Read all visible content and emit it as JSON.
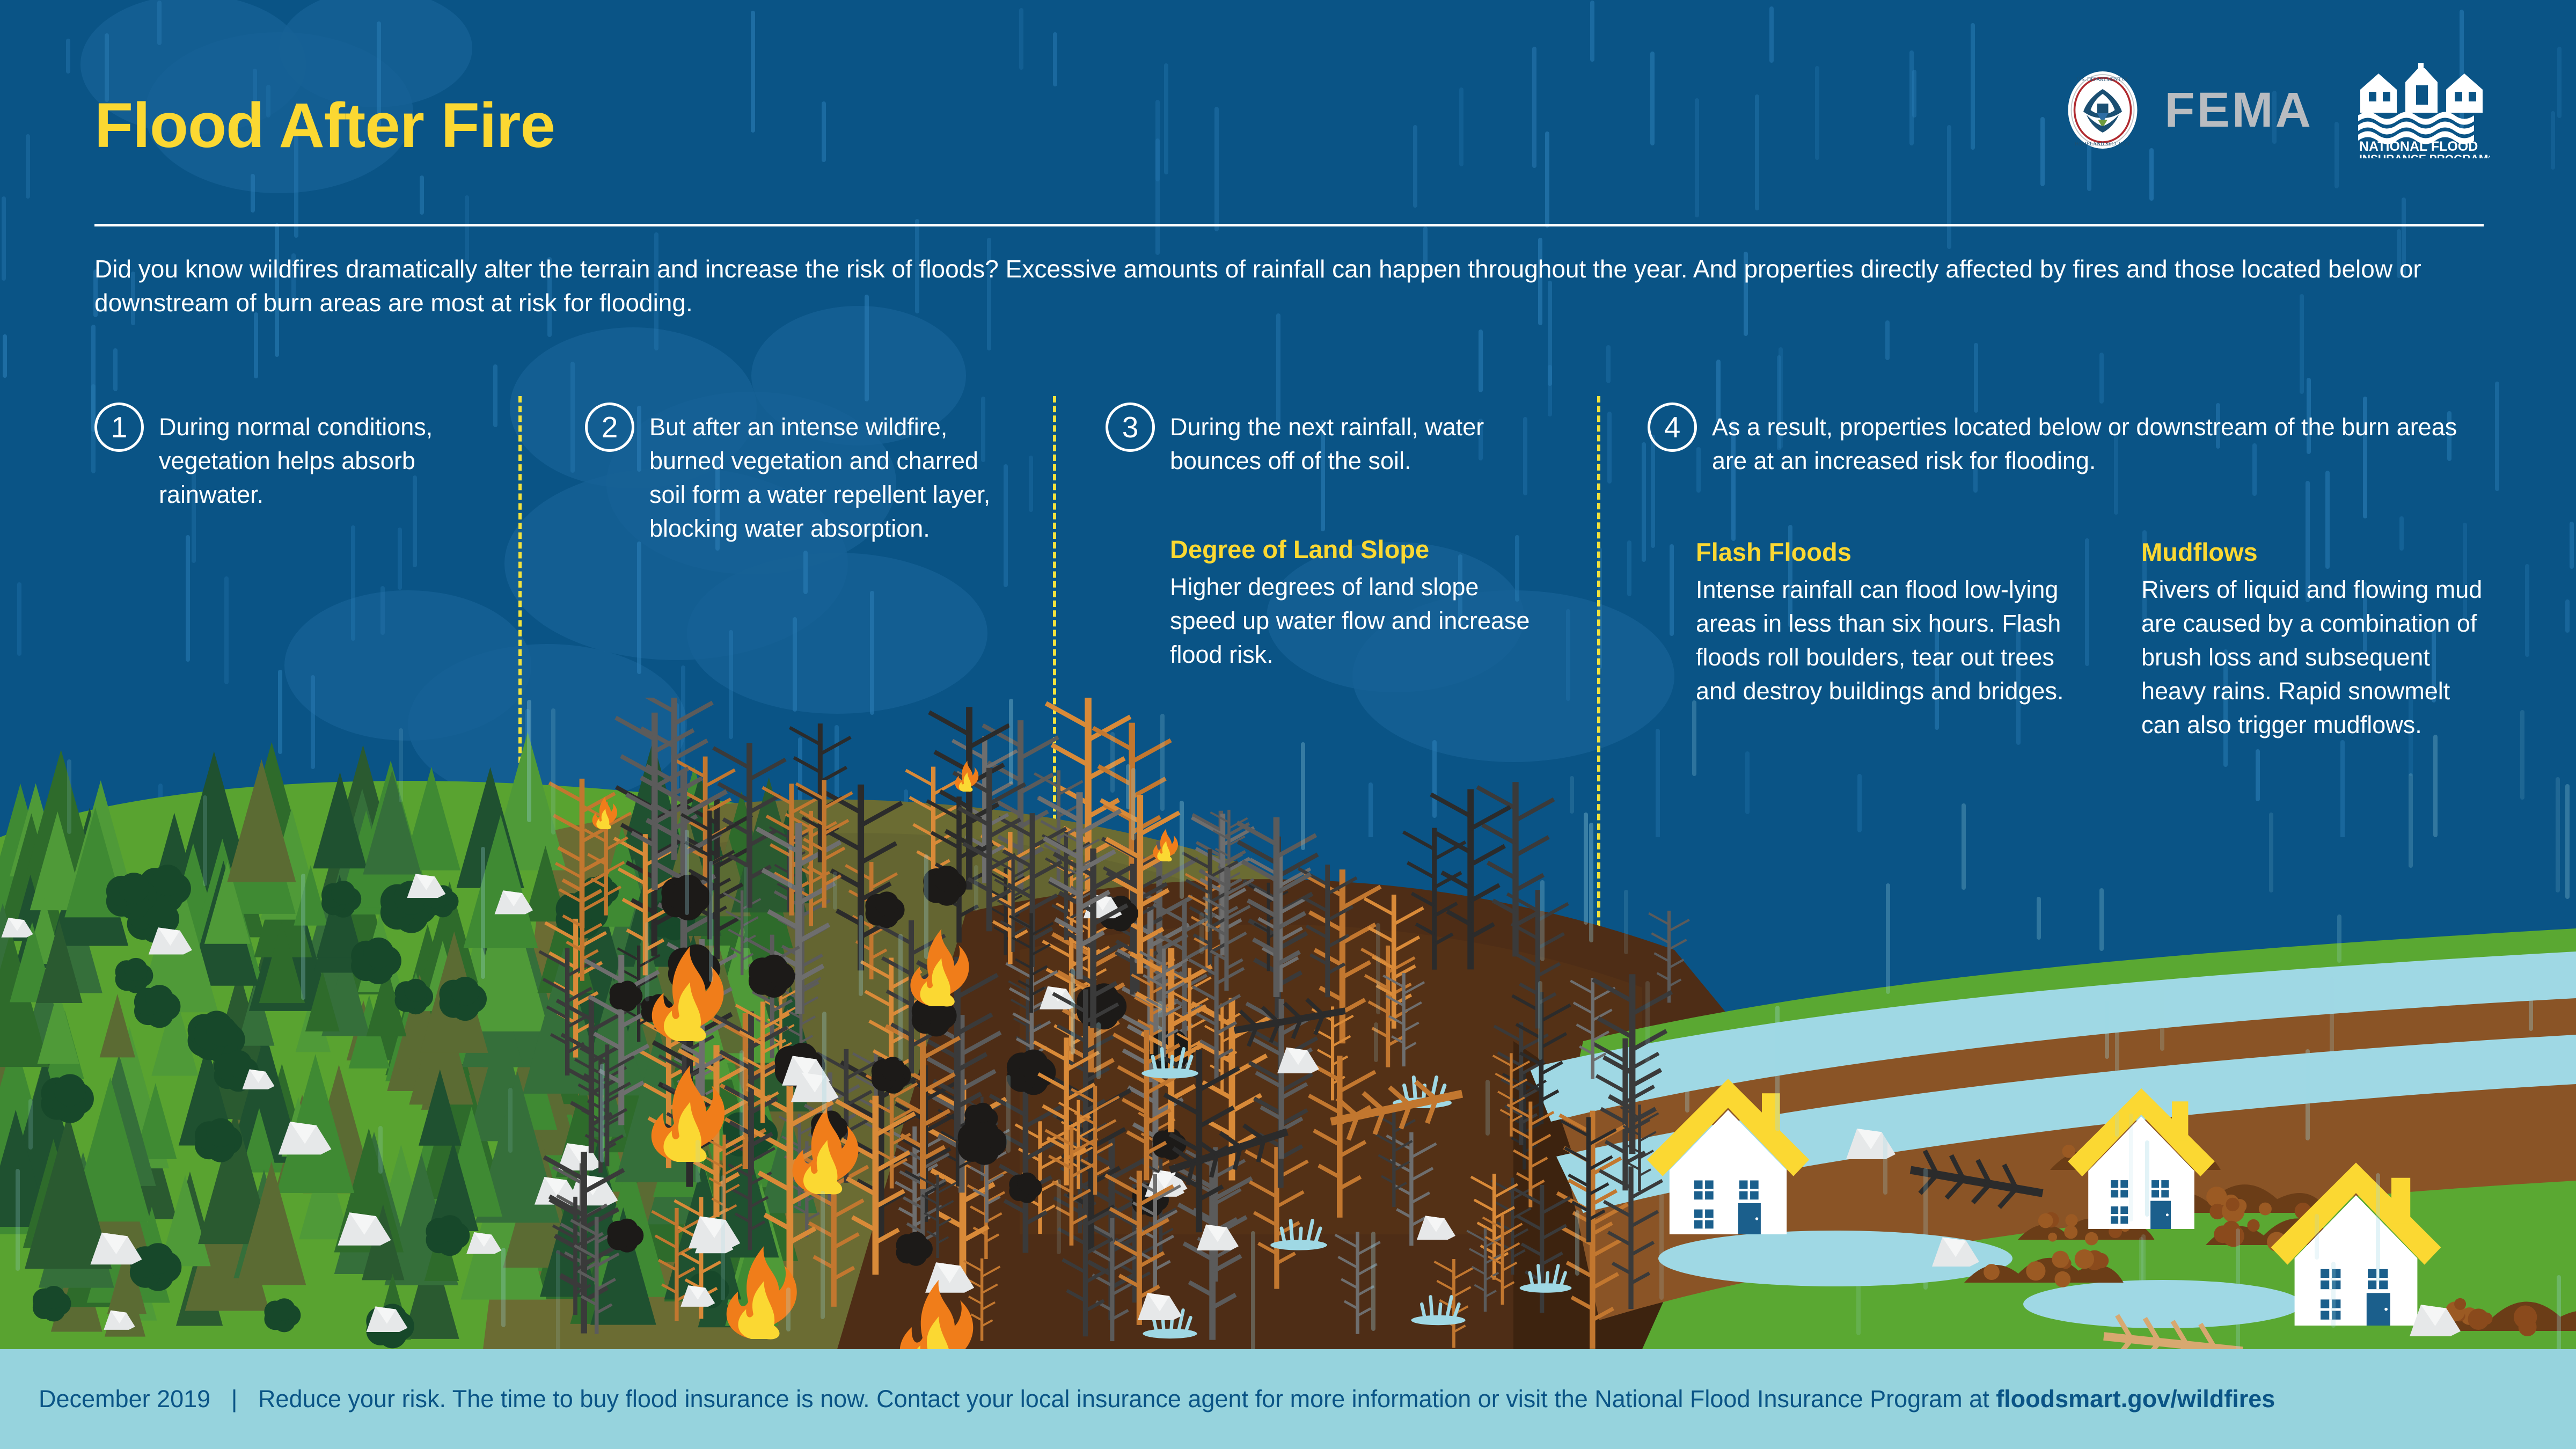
{
  "header": {
    "title": "Flood After Fire",
    "logos": {
      "dhs_seal": "U.S. DEPARTMENT OF HOMELAND SECURITY",
      "fema_wordmark": "FEMA",
      "nfip_line1": "NATIONAL FLOOD",
      "nfip_line2": "INSURANCE PROGRAM®"
    }
  },
  "intro": "Did you know wildfires dramatically alter the terrain and increase the risk of floods? Excessive amounts of rainfall can happen throughout the year. And properties directly affected by fires and those located below or downstream of burn areas are most at risk for flooding.",
  "steps": [
    {
      "number": "1",
      "text": "During normal conditions, vegetation helps absorb rainwater.",
      "subsections": []
    },
    {
      "number": "2",
      "text": "But after an intense wildfire, burned vegetation and charred soil form a water repellent layer, blocking water absorption.",
      "subsections": []
    },
    {
      "number": "3",
      "text": "During the next rainfall, water bounces off of the soil.",
      "subsections": [
        {
          "title": "Degree of Land Slope",
          "body": "Higher degrees of land slope speed up water flow and increase flood risk."
        }
      ]
    },
    {
      "number": "4",
      "text": "As a result, properties located below or downstream of the burn areas are at an increased risk for flooding.",
      "subsections": [
        {
          "title": "Flash Floods",
          "body": "Intense rainfall can flood low-lying areas in less than six hours. Flash floods roll boulders, tear out trees and destroy buildings and bridges."
        },
        {
          "title": "Mudflows",
          "body": "Rivers of liquid and flowing mud are caused by a combination of brush loss and subsequent heavy rains. Rapid snowmelt can also trigger mudflows."
        }
      ]
    }
  ],
  "footer": {
    "date": "December 2019",
    "separator": "|",
    "message_before_link": "Reduce your risk. The time to buy flood insurance is now. Contact your local insurance agent for more information or visit the National Flood Insurance Program at ",
    "link": "floodsmart.gov/wildfires"
  },
  "colors": {
    "background_blue": "#0a5486",
    "accent_yellow": "#fbd832",
    "footer_band": "#96d3dd",
    "footer_text": "#0a5486",
    "body_text": "#ffffff",
    "forest_green": "#5aa832",
    "burn_olive": "#6a6b33",
    "mud_brown": "#4e2d16",
    "river_blue": "#9fd8e4",
    "house_roof": "#fbd832",
    "house_wall": "#ffffff",
    "house_window": "#1b5f8c",
    "fire_orange": "#f07d1a",
    "fire_yellow": "#fbd832",
    "rock_grey": "#e3e5e6",
    "divider_dash": "#f2e23c"
  },
  "scene": {
    "labels": {
      "normal_forest": "healthy green forest with pine trees",
      "burn_area": "burning forest with flames and charred trees",
      "bare_soil": "charred bare soil slope with puddles and rain",
      "downstream": "green downstream valley with river, houses and mudflows"
    }
  }
}
